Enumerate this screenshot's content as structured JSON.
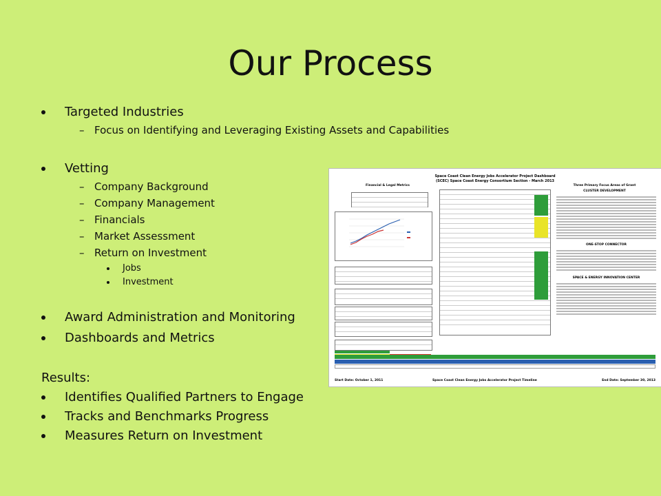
{
  "slide": {
    "title": "Our Process",
    "sections": [
      {
        "heading": "Targeted Industries",
        "items": [
          {
            "label": "Focus on Identifying and Leveraging Existing Assets and Capabilities"
          }
        ]
      },
      {
        "heading": "Vetting",
        "items": [
          {
            "label": "Company Background"
          },
          {
            "label": "Company Management"
          },
          {
            "label": "Financials"
          },
          {
            "label": "Market Assessment"
          },
          {
            "label": "Return on Investment",
            "subitems": [
              "Jobs",
              "Investment"
            ]
          }
        ]
      },
      {
        "heading": "Award Administration and Monitoring"
      },
      {
        "heading": "Dashboards and Metrics"
      }
    ],
    "results_label": "Results:",
    "results": [
      "Identifies Qualified Partners to Engage",
      "Tracks and Benchmarks Progress",
      "Measures Return on Investment"
    ]
  },
  "dashboard_image": {
    "title_line1": "Space Coast Clean Energy Jobs Accelerator Project Dashboard",
    "title_line2": "(SCEC) Space Coast Energy Consortium Section - March 2013",
    "left_heading": "Financial & Legal Metrics",
    "right_heading": "Three Primary Focus Areas of Grant",
    "cluster_heading": "CLUSTER DEVELOPMENT",
    "connector_heading": "ONE-STOP CONNECTOR",
    "innovation_heading": "SPACE & ENERGY INNOVATION CENTER",
    "footer_left": "Start Date: October 1, 2011",
    "footer_center": "Space Coast Clean Energy Jobs Accelerator Project Timeline",
    "footer_right": "End Date: September 30, 2013"
  }
}
